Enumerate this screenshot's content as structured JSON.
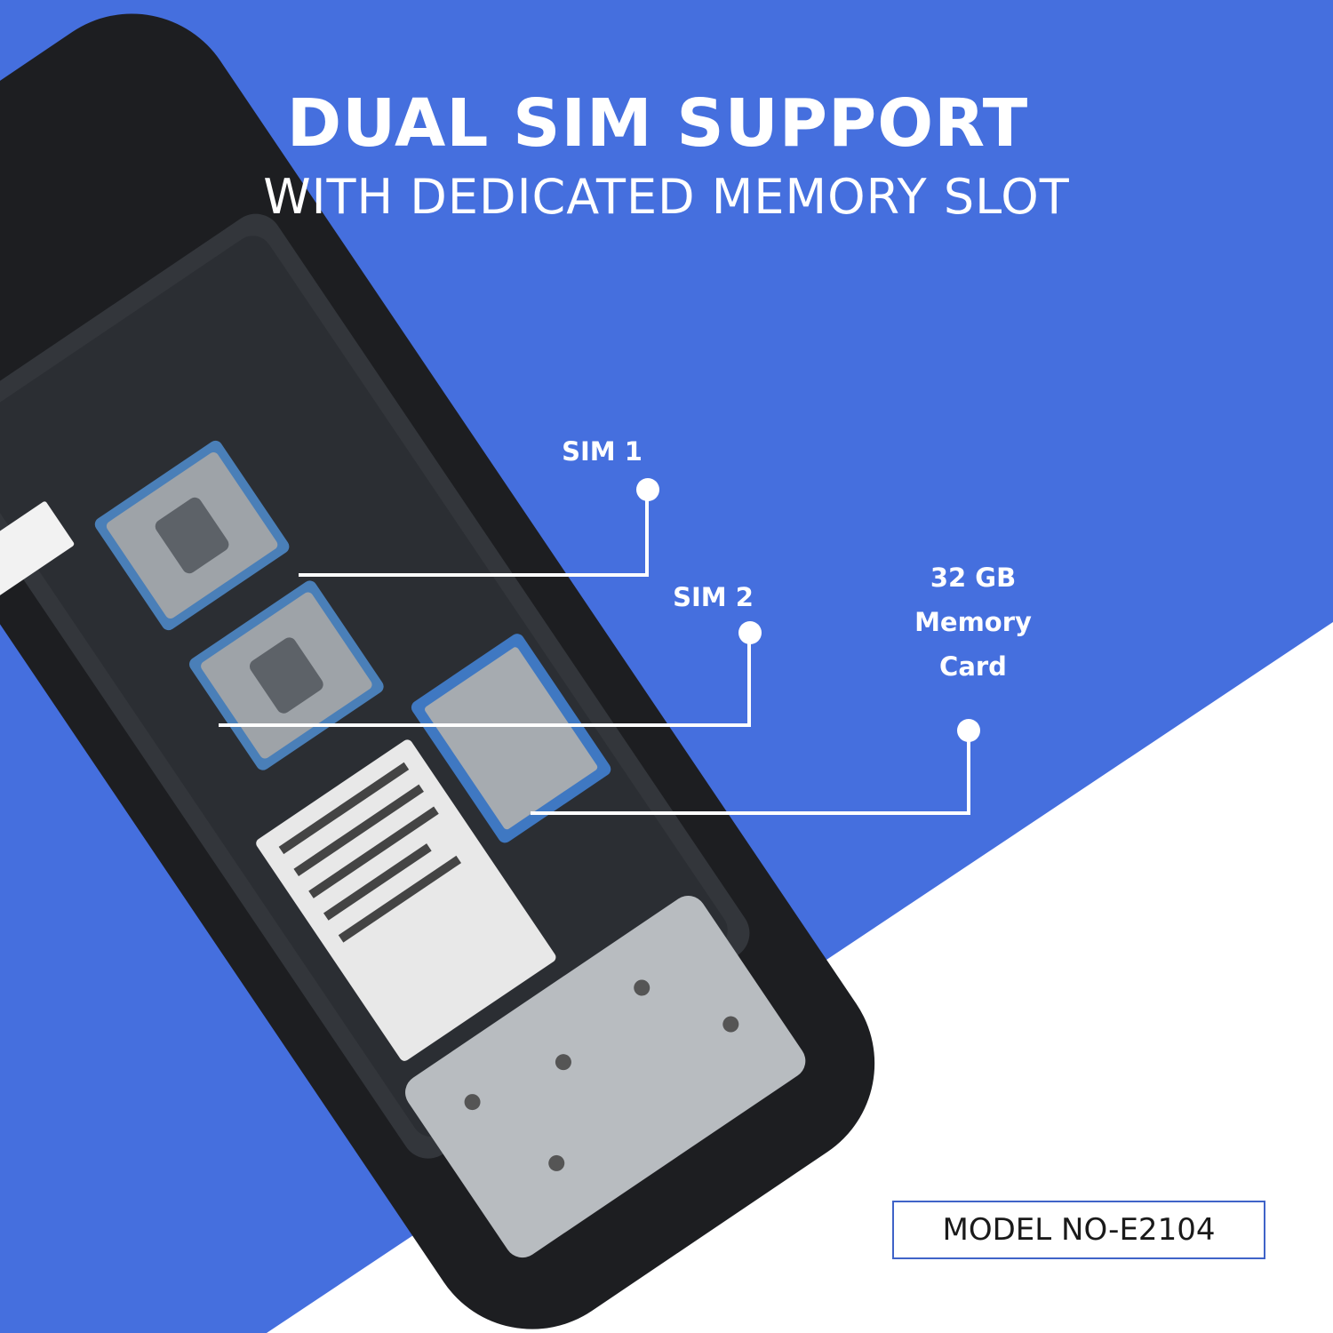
{
  "header": {
    "title": "DUAL SIM SUPPORT",
    "subtitle": "WITH DEDICATED MEMORY SLOT"
  },
  "callouts": {
    "sim1": "SIM 1",
    "sim2": "SIM 2",
    "memory_line1": "32 GB",
    "memory_line2": "Memory",
    "memory_line3": "Card"
  },
  "model": {
    "label": "MODEL NO-E2104"
  },
  "colors": {
    "accent_blue": "#456fde",
    "background_white": "#ffffff",
    "phone_body": "#2a2c30",
    "callout_line": "#ffffff"
  }
}
